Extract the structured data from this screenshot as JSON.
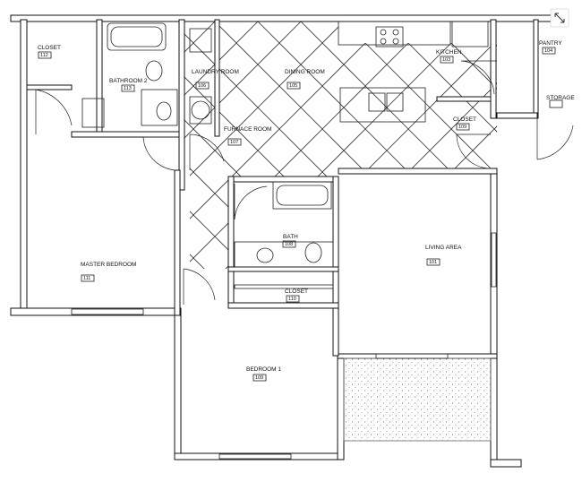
{
  "plan": {
    "rooms": [
      {
        "name": "CLOSET",
        "number": "112"
      },
      {
        "name": "BATHROOM 2",
        "number": "113"
      },
      {
        "name": "LAUNDRY ROOM",
        "number": "106"
      },
      {
        "name": "DINING ROOM",
        "number": "105"
      },
      {
        "name": "KITCHEN",
        "number": "103"
      },
      {
        "name": "PANTRY",
        "number": "104"
      },
      {
        "name": "STORAGE",
        "number": ""
      },
      {
        "name": "CLOSET",
        "number": "109"
      },
      {
        "name": "FURNACE ROOM",
        "number": "107"
      },
      {
        "name": "BATH",
        "number": "108"
      },
      {
        "name": "LIVING AREA",
        "number": "101"
      },
      {
        "name": "MASTER BEDROOM",
        "number": "111"
      },
      {
        "name": "CLOSET",
        "number": "110"
      },
      {
        "name": "BEDROOM 1",
        "number": "109"
      }
    ],
    "wall_color": "#111111",
    "patio_hatch_color": "#666666"
  }
}
